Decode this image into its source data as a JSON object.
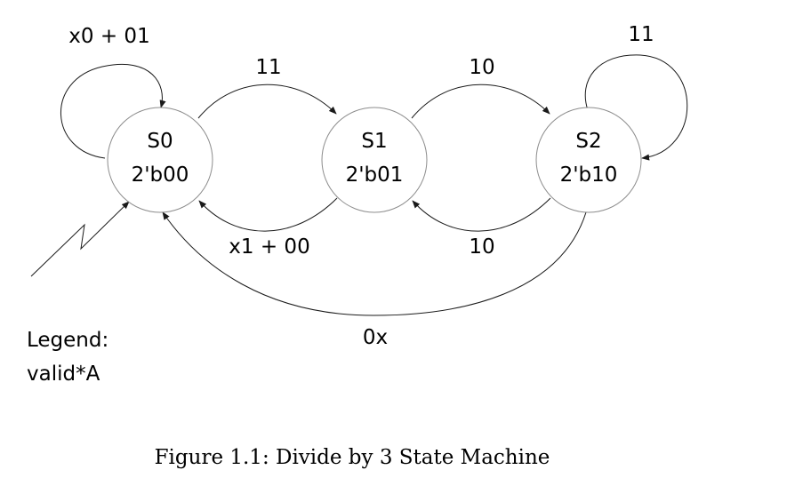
{
  "states": [
    {
      "name": "S0",
      "code": "2'b00"
    },
    {
      "name": "S1",
      "code": "2'b01"
    },
    {
      "name": "S2",
      "code": "2'b10"
    }
  ],
  "transitions": [
    {
      "from": "S0",
      "to": "S0",
      "label": "x0 + 01"
    },
    {
      "from": "S0",
      "to": "S1",
      "label": "11"
    },
    {
      "from": "S1",
      "to": "S0",
      "label": "x1 + 00"
    },
    {
      "from": "S1",
      "to": "S2",
      "label": "10"
    },
    {
      "from": "S2",
      "to": "S1",
      "label": "10"
    },
    {
      "from": "S2",
      "to": "S2",
      "label": "11"
    },
    {
      "from": "S2",
      "to": "S0",
      "label": "0x"
    }
  ],
  "legend": {
    "title": "Legend:",
    "text": "valid*A"
  },
  "caption": "Figure 1.1: Divide by 3 State Machine"
}
